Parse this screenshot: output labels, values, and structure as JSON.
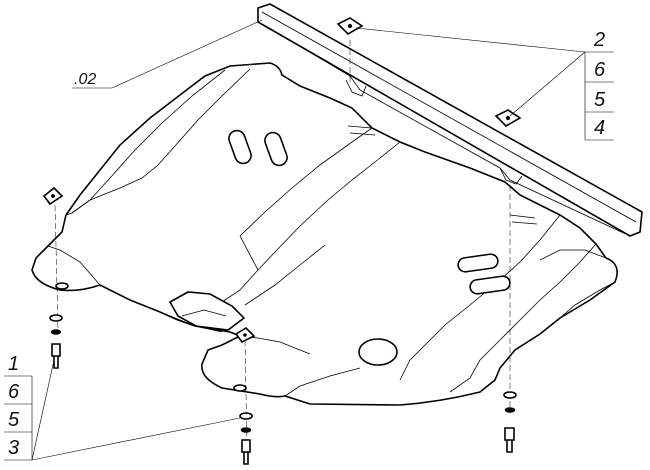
{
  "part_label": ".02",
  "callout_top": [
    "2",
    "6",
    "5",
    "4"
  ],
  "callout_bottom": [
    "1",
    "6",
    "5",
    "3"
  ]
}
